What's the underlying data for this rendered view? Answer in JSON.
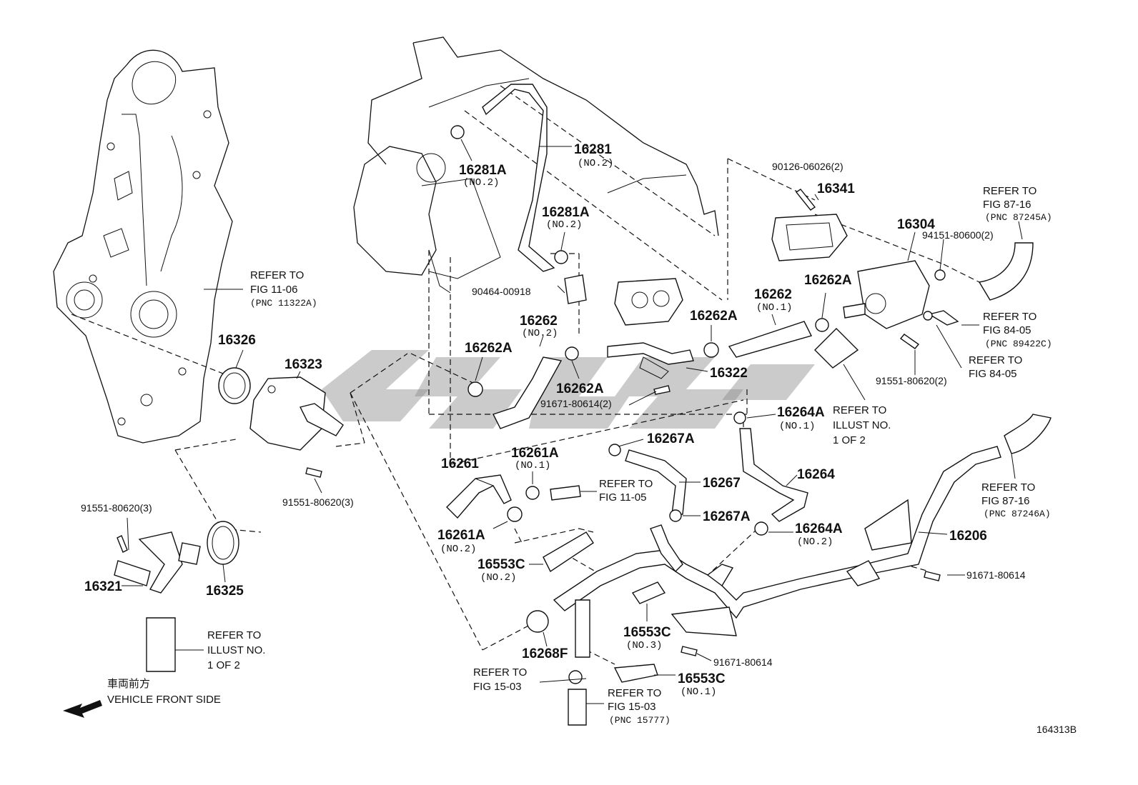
{
  "parts": {
    "p16281": "16281",
    "p16281_no2": "(NO.2)",
    "p16281A_1": "16281A",
    "p16281A_1_no": "(NO.2)",
    "p16281A_2": "16281A",
    "p16281A_2_no": "(NO.2)",
    "p90464": "90464-00918",
    "p90126": "90126-06026(2)",
    "p16341": "16341",
    "p16304": "16304",
    "p94151": "94151-80600(2)",
    "p16262": "16262",
    "p16262_no1": "(NO.1)",
    "p16262A_top": "16262A",
    "p16262A_mid": "16262A",
    "p16262_2": "16262",
    "p16262_2_no": "(NO.2)",
    "p16262A_left": "16262A",
    "p16262A_low": "16262A",
    "p91671_a": "91671-80614(2)",
    "p16322": "16322",
    "p91551_a": "91551-80620(2)",
    "p16326": "16326",
    "p16323": "16323",
    "p91551_b": "91551-80620(3)",
    "p91551_c": "91551-80620(3)",
    "p16321": "16321",
    "p16325": "16325",
    "p16264A_1": "16264A",
    "p16264A_1_no": "(NO.1)",
    "p16267A_1": "16267A",
    "p16264": "16264",
    "p16261": "16261",
    "p16261A_1": "16261A",
    "p16261A_1_no": "(NO.1)",
    "p16267": "16267",
    "p16267A_2": "16267A",
    "p16264A_2": "16264A",
    "p16264A_2_no": "(NO.2)",
    "p16261A_2": "16261A",
    "p16261A_2_no": "(NO.2)",
    "p16553C_2": "16553C",
    "p16553C_2_no": "(NO.2)",
    "p16206": "16206",
    "p91671_b": "91671-80614",
    "p16553C_3": "16553C",
    "p16553C_3_no": "(NO.3)",
    "p91671_c": "91671-80614",
    "p16268F": "16268F",
    "p16553C_1": "16553C",
    "p16553C_1_no": "(NO.1)"
  },
  "refs": {
    "fig11_06": {
      "l1": "REFER TO",
      "l2": "FIG 11-06",
      "pnc": "(PNC 11322A)"
    },
    "fig87_16a": {
      "l1": "REFER TO",
      "l2": "FIG 87-16",
      "pnc": "(PNC 87245A)"
    },
    "fig84_05a": {
      "l1": "REFER TO",
      "l2": "FIG 84-05",
      "pnc": "(PNC 89422C)"
    },
    "fig84_05b": {
      "l1": "REFER TO",
      "l2": "FIG 84-05"
    },
    "illust_a": {
      "l1": "REFER TO",
      "l2": "ILLUST NO.",
      "l3": "1 OF 2"
    },
    "fig11_05": {
      "l1": "REFER TO",
      "l2": "FIG 11-05"
    },
    "fig87_16b": {
      "l1": "REFER TO",
      "l2": "FIG 87-16",
      "pnc": "(PNC 87246A)"
    },
    "illust_b": {
      "l1": "REFER TO",
      "l2": "ILLUST NO.",
      "l3": "1 OF 2"
    },
    "fig15_03a": {
      "l1": "REFER TO",
      "l2": "FIG 15-03"
    },
    "fig15_03b": {
      "l1": "REFER TO",
      "l2": "FIG 15-03",
      "pnc": "(PNC 15777)"
    }
  },
  "front": {
    "jp": "車両前方",
    "en": "VEHICLE FRONT SIDE"
  },
  "figure_code": "164313B"
}
